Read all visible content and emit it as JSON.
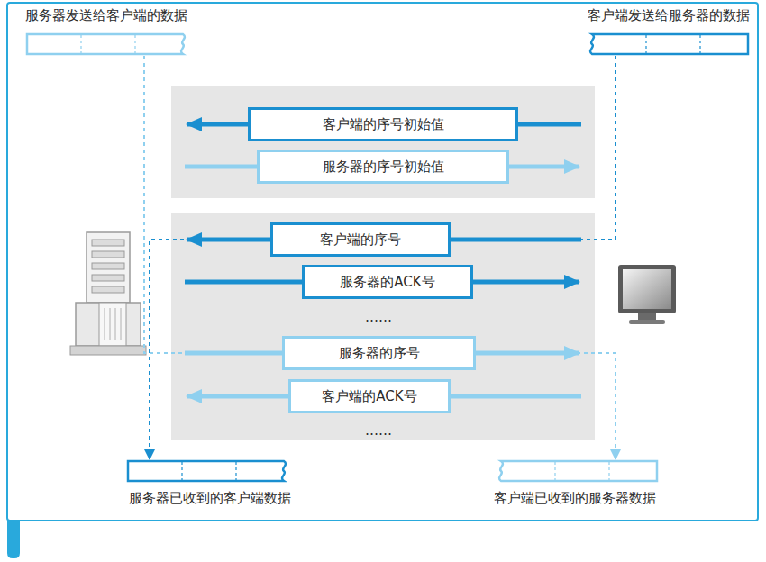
{
  "diagram": {
    "nodes": [
      {
        "text": [
          "服务器发送给客户端的数据"
        ]
      },
      {
        "text": [
          "客户端发送给服务器的数据"
        ]
      },
      {
        "text": [
          "客户端的序号初始值"
        ]
      },
      {
        "text": [
          "服务器的序号初始值"
        ]
      },
      {
        "text": [
          "客户端的序号"
        ]
      },
      {
        "text": [
          "服务器的ACK号"
        ]
      },
      {
        "text": [
          "服务器的序号"
        ]
      },
      {
        "text": [
          "客户端的ACK号"
        ]
      },
      {
        "text": [
          "服务器已收到的客户端数据"
        ]
      },
      {
        "text": [
          "客户端已收到的服务器数据"
        ]
      }
    ],
    "edges": [
      {
        "from": 0,
        "to": 6,
        "arrow": "none"
      },
      {
        "from": 1,
        "to": 4,
        "arrow": "none"
      },
      {
        "from": 4,
        "to": 8,
        "arrow": "to"
      },
      {
        "from": 6,
        "to": 9,
        "arrow": "to"
      }
    ],
    "labels": [
      "……",
      "……"
    ]
  }
}
